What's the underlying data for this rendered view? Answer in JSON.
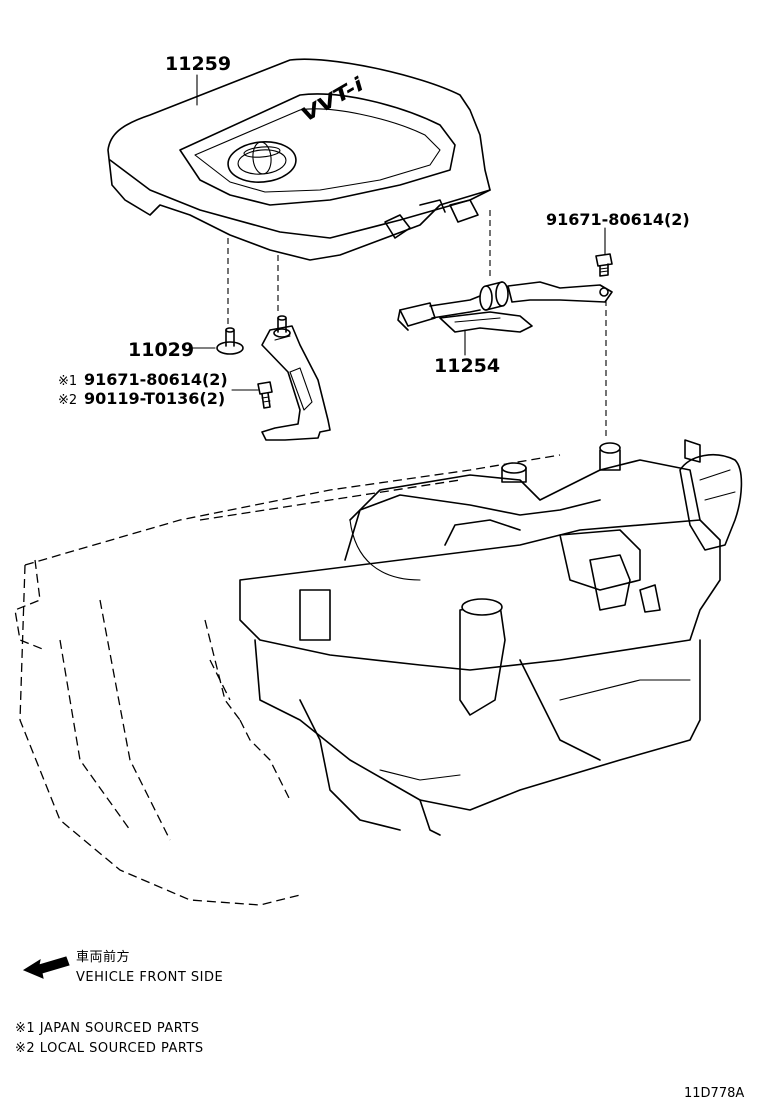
{
  "callouts": {
    "engine_cover": "11259",
    "cover_stud": "11029",
    "bracket_assy": "11254",
    "bolt_top_right": "91671-80614(2)",
    "bolt_japan": "91671-80614(2)",
    "bolt_local": "90119-T0136(2)",
    "mark_japan": "※1",
    "mark_local": "※2"
  },
  "cover_logo_text": "VVT-i",
  "direction": {
    "label_jp": "車両前方",
    "label_en": "VEHICLE FRONT SIDE"
  },
  "legend": {
    "japan": "※1 JAPAN SOURCED PARTS",
    "local": "※2 LOCAL SOURCED PARTS"
  },
  "diagram_code": "11D778A"
}
